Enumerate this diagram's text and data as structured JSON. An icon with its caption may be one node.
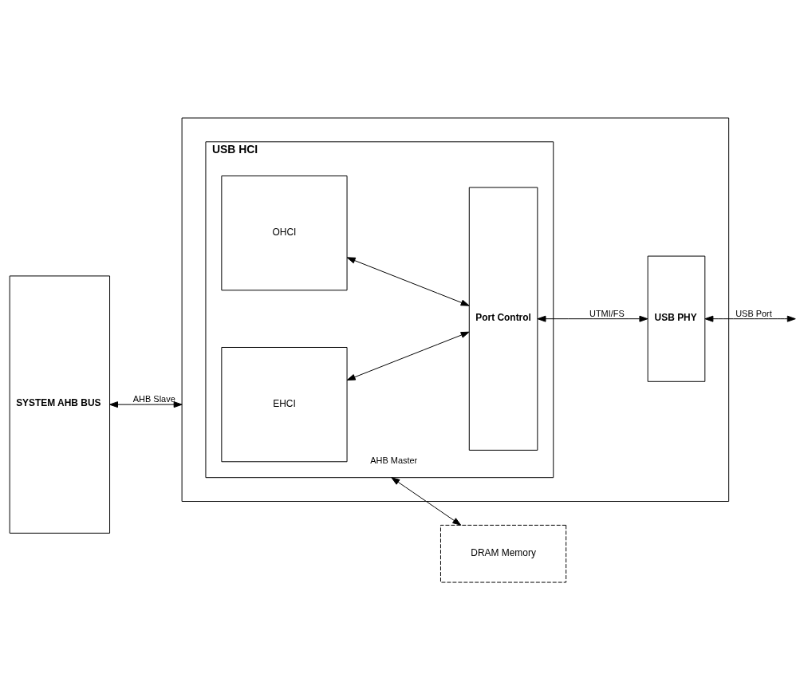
{
  "diagram": {
    "nodes": [
      {
        "text": [
          "SYSTEM AHB BUS"
        ]
      },
      {
        "text": [],
        "shape": "box"
      },
      {
        "text": [
          "USB HCI"
        ],
        "in": 1
      },
      {
        "text": [
          "EHCI"
        ],
        "in": 2
      },
      {
        "text": [
          "OHCI"
        ],
        "in": 2
      },
      {
        "text": [
          "Port Control"
        ],
        "in": 2
      },
      {
        "text": [
          "USB PHY"
        ],
        "in": 1
      },
      {
        "text": [
          "DRAM Memory"
        ]
      }
    ],
    "edges": [
      {
        "from": 0,
        "to": 1,
        "arrow": "both",
        "label": "AHB Slave"
      },
      {
        "from": 3,
        "to": 5,
        "arrow": "both"
      },
      {
        "from": 4,
        "to": 5,
        "arrow": "both"
      },
      {
        "from": 5,
        "to": 6,
        "arrow": "both",
        "label": "UTMI/FS"
      },
      {
        "from": 6,
        "to": null,
        "arrow": "both",
        "label": "USB Port"
      },
      {
        "from": 2,
        "to": 7,
        "arrow": "both",
        "label": "AHB Master"
      }
    ]
  }
}
